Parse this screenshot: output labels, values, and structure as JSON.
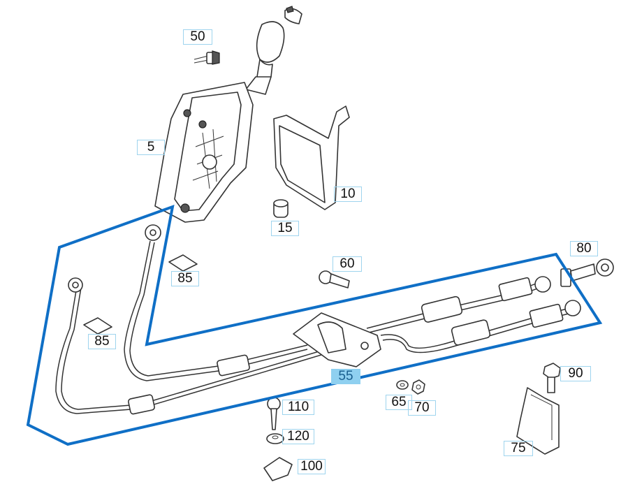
{
  "diagram_title": "",
  "callouts": [
    {
      "id": "5",
      "label": "5"
    },
    {
      "id": "10",
      "label": "10"
    },
    {
      "id": "15",
      "label": "15"
    },
    {
      "id": "50",
      "label": "50"
    },
    {
      "id": "55",
      "label": "55",
      "selected": true
    },
    {
      "id": "60",
      "label": "60"
    },
    {
      "id": "65",
      "label": "65"
    },
    {
      "id": "70",
      "label": "70"
    },
    {
      "id": "75",
      "label": "75"
    },
    {
      "id": "80",
      "label": "80"
    },
    {
      "id": "85a",
      "label": "85"
    },
    {
      "id": "85b",
      "label": "85"
    },
    {
      "id": "90",
      "label": "90"
    },
    {
      "id": "100",
      "label": "100"
    },
    {
      "id": "110",
      "label": "110"
    },
    {
      "id": "120",
      "label": "120"
    }
  ],
  "colors": {
    "highlight_outline": "#0f6fc6",
    "selected_callout_bg": "#8fd0f0",
    "callout_border": "#9ed4ee"
  }
}
